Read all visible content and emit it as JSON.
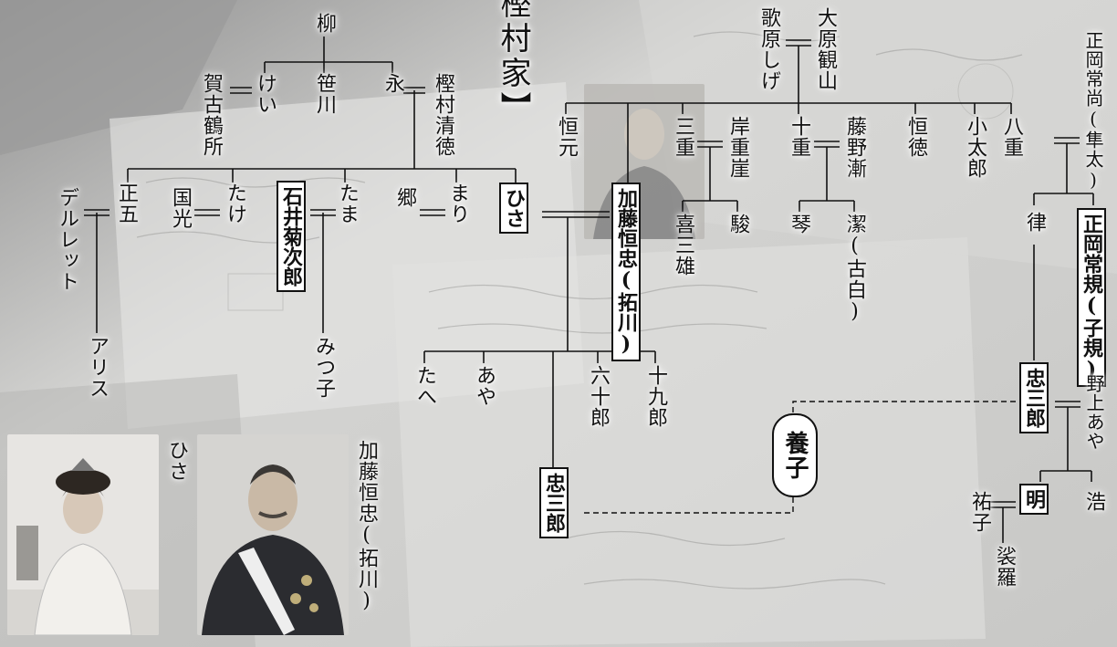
{
  "title": "樫村家】",
  "photo_captions": {
    "hisa": "ひさ",
    "kato": "加藤恒忠(拓川)"
  },
  "people": {
    "yanagi": "柳",
    "kei": "けい",
    "sasagawa": "笹川",
    "ei": "永",
    "kashimura_kiyonori": "樫村清徳",
    "kako_kakusho": "賀古鶴所",
    "shogo": "正五",
    "deruretto": "デルレット",
    "arisu": "アリス",
    "kunimitsu": "国光",
    "take": "たけ",
    "ishii_kikujiro": "石井菊次郎",
    "tama": "たま",
    "mitsuko": "みつ子",
    "go": "郷",
    "mari": "まり",
    "hisa": "ひさ",
    "kato_tsunetada": "加藤恒忠(拓川)",
    "tae": "たへ",
    "aya": "あや",
    "rokujuro": "六十郎",
    "jukuro": "十九郎",
    "chusaburo_center": "忠三郎",
    "uta_shige": "歌原しげ",
    "ohara_kanzan": "大原観山",
    "tsunemoto": "恒元",
    "mie": "三重",
    "kishi_shigetaka": "岸重崖",
    "kijio": "喜三雄",
    "shun": "駿",
    "toe": "十重",
    "fujino_zen": "藤野漸",
    "koto": "琴",
    "kiyoshi": "潔(古白)",
    "tsunenori": "恒徳",
    "kotaro": "小太郎",
    "yae": "八重",
    "masaoka_tsunenao": "正岡常尚(隼太)",
    "ritsu": "律",
    "masaoka_shiki": "正岡常規(子規)",
    "chusaburo_right": "忠三郎",
    "nogami_aya": "野上あや",
    "yoshi": "養子",
    "yuko": "祐子",
    "akira": "明",
    "hiroshi": "浩",
    "sara": "裟羅"
  }
}
